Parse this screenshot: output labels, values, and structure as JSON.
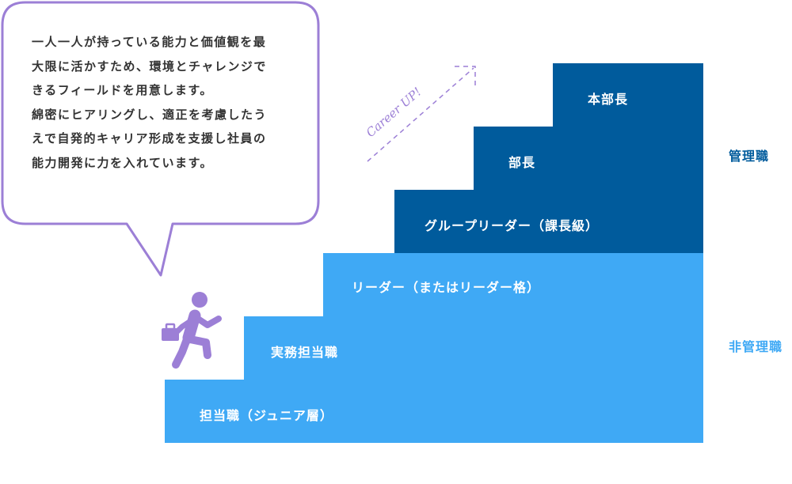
{
  "bubble": {
    "lines": [
      "一人一人が持っている能力と価値観を最",
      "大限に活かすため、環境とチャレンジで",
      "きるフィールドを用意します。",
      "綿密にヒアリングし、適正を考慮したう",
      "えで自発的キャリア形成を支援し社員の",
      "能力開発に力を入れています。"
    ]
  },
  "arrow_text": "Career UP!",
  "steps": [
    {
      "label": "担当職（ジュニア層）",
      "tier": "non_management"
    },
    {
      "label": "実務担当職",
      "tier": "non_management"
    },
    {
      "label": "リーダー（またはリーダー格）",
      "tier": "non_management"
    },
    {
      "label": "グループリーダー（課長級）",
      "tier": "management"
    },
    {
      "label": "部長",
      "tier": "management"
    },
    {
      "label": "本部長",
      "tier": "management"
    }
  ],
  "categories": {
    "management": "管理職",
    "non_management": "非管理職"
  },
  "colors": {
    "light_blue": "#3fa9f5",
    "dark_blue": "#005b9c",
    "purple": "#9c7fd6",
    "bubble_border": "#9c7fd6",
    "text": "#333333"
  },
  "icons": {
    "runner": "running-businessperson-icon",
    "arrow": "dashed-arrow-icon"
  }
}
